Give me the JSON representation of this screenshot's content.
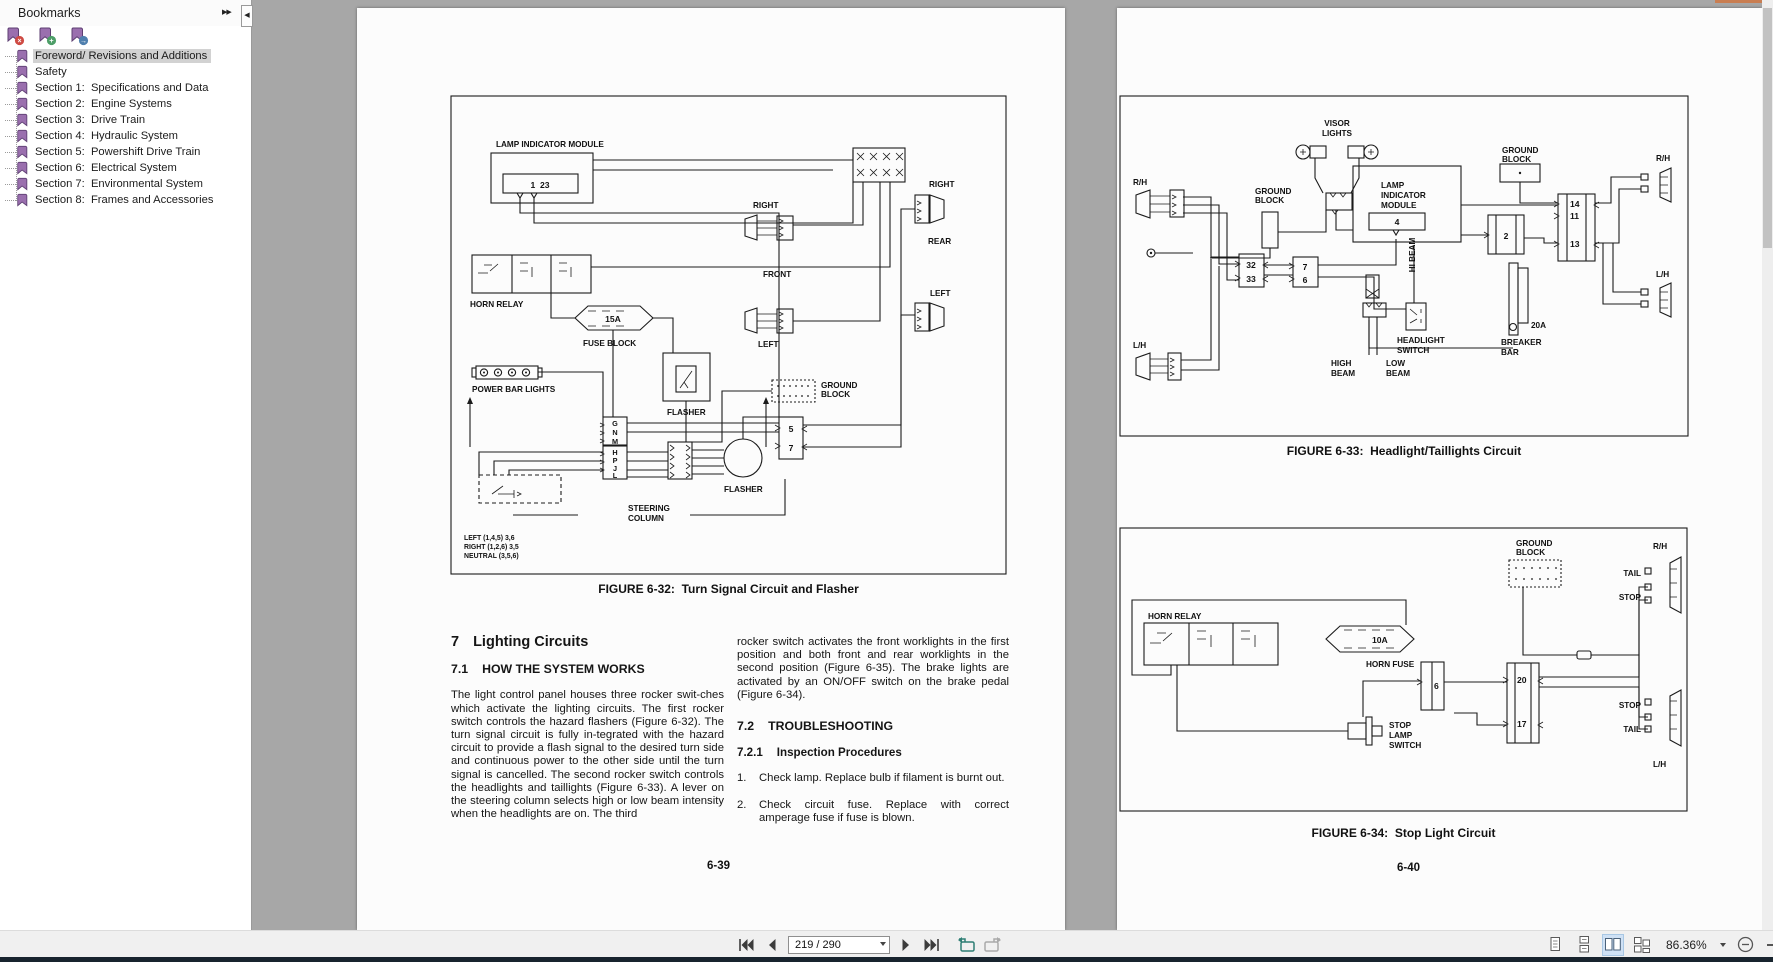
{
  "bookmarks_panel": {
    "title": "Bookmarks",
    "items": [
      {
        "label": "Foreword/ Revisions and Additions"
      },
      {
        "label": "Safety"
      },
      {
        "label": "Section 1:  Specifications and Data"
      },
      {
        "label": "Section 2:  Engine Systems"
      },
      {
        "label": "Section 3:  Drive Train"
      },
      {
        "label": "Section 4:  Hydraulic System"
      },
      {
        "label": "Section 5:  Powershift Drive Train"
      },
      {
        "label": "Section 6:  Electrical System"
      },
      {
        "label": "Section 7:  Environmental System"
      },
      {
        "label": "Section 8:  Frames and Accessories"
      }
    ]
  },
  "toolbar": {
    "page_field": "219 / 290",
    "zoom_value": "86.36%"
  },
  "left_page": {
    "figure_caption": "FIGURE 6-32:  Turn Signal Circuit and Flasher",
    "page_number": "6-39",
    "h1_num": "7",
    "h1": "Lighting Circuits",
    "sub1_num": "7.1",
    "sub1": "HOW THE SYSTEM WORKS",
    "para1": "The light control panel houses three rocker swit-ches which activate the lighting circuits. The first rocker switch controls the hazard flashers (Figure 6-32). The turn signal circuit is fully in-tegrated with the hazard circuit to provide a flash signal to the desired turn side and continuous power to the other side until the turn signal is cancelled. The second rocker switch controls the headlights and taillights (Figure 6-33). A lever on the steering column selects high or low beam intensity when the headlights are on. The third",
    "para2": "rocker switch activates the front worklights in the first position and both front and rear worklights in the second position (Figure 6-35). The brake lights are activated by an ON/OFF switch on the brake pedal (Figure 6-34).",
    "sub2_num": "7.2",
    "sub2": "TROUBLESHOOTING",
    "sub3_num": "7.2.1",
    "sub3": "Inspection Procedures",
    "item1_num": "1.",
    "item1": "Check lamp. Replace bulb if filament is burnt out.",
    "item2_num": "2.",
    "item2": "Check circuit fuse. Replace with correct amperage fuse if fuse is blown."
  },
  "right_page": {
    "figure_caption_top": "FIGURE 6-33:  Headlight/Taillights Circuit",
    "figure_caption_bottom": "FIGURE 6-34:  Stop Light Circuit",
    "page_number": "6-40"
  },
  "fig632": {
    "module": "LAMP INDICATOR MODULE",
    "module_pins": "1  23",
    "horn_relay": "HORN RELAY",
    "fuse_amp": "15A",
    "fuse_block": "FUSE BLOCK",
    "power_bar": "POWER BAR LIGHTS",
    "flasher_a": "FLASHER",
    "flasher_b": "FLASHER",
    "ground_1": "GROUND",
    "ground_2": "BLOCK",
    "steering_1": "STEERING",
    "steering_2": "COLUMN",
    "front_right": "RIGHT",
    "front_mid": "FRONT",
    "front_left": "LEFT",
    "rear_right": "RIGHT",
    "rear_mid": "REAR",
    "rear_left": "LEFT",
    "pins_a": [
      "G",
      "N",
      "M"
    ],
    "pins_b": [
      "H",
      "P",
      "J",
      "L"
    ],
    "conn_57": [
      "5",
      "7"
    ],
    "note_1": "LEFT (1,4,5) 3,6",
    "note_2": "RIGHT (1,2,6) 3,5",
    "note_3": "NEUTRAL (3,5,6)"
  },
  "fig633": {
    "visor_1": "VISOR",
    "visor_2": "LIGHTS",
    "rh_front": "R/H",
    "lh_front": "L/H",
    "ground_l1": "GROUND",
    "ground_l2": "BLOCK",
    "module_1": "LAMP",
    "module_2": "INDICATOR",
    "module_3": "MODULE",
    "module_pin": "4",
    "conn_3233": [
      "32",
      "33"
    ],
    "conn_76": [
      "7",
      "6"
    ],
    "hi_beam": "HI BEAM",
    "hl_switch_1": "HEADLIGHT",
    "hl_switch_2": "SWITCH",
    "high_1": "HIGH",
    "high_2": "BEAM",
    "low_1": "LOW",
    "low_2": "BEAM",
    "ground_r1": "GROUND",
    "ground_r2": "BLOCK",
    "conn_141113": [
      "14",
      "11",
      "13"
    ],
    "conn_2": "2",
    "breaker_amp": "20A",
    "breaker_1": "BREAKER",
    "breaker_2": "BAR",
    "rh_rear": "R/H",
    "lh_rear": "L/H"
  },
  "fig634": {
    "horn_relay": "HORN RELAY",
    "fuse_amp": "10A",
    "horn_fuse": "HORN FUSE",
    "sw_1": "STOP",
    "sw_2": "LAMP",
    "sw_3": "SWITCH",
    "ground_1": "GROUND",
    "ground_2": "BLOCK",
    "conn_6": "6",
    "conn_2017": [
      "20",
      "17"
    ],
    "tail_r": "TAIL",
    "stop_r": "STOP",
    "stop_l": "STOP",
    "tail_l": "TAIL",
    "rh": "R/H",
    "lh": "L/H"
  }
}
